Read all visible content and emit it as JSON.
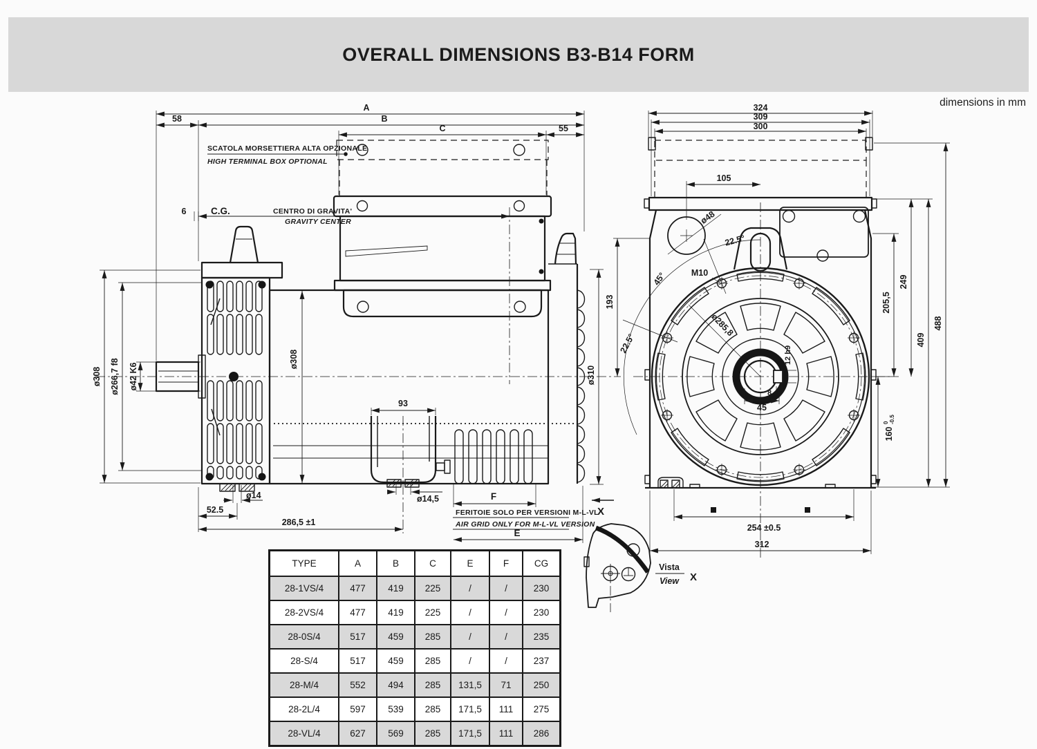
{
  "header": {
    "title": "OVERALL DIMENSIONS B3-B14 FORM",
    "units_note": "dimensions in mm"
  },
  "colors": {
    "line": "#1a1a1a",
    "banner_bg": "#d8d8d8",
    "row_alt_bg": "#d9d9d9"
  },
  "side_view": {
    "dims": {
      "a": "A",
      "n58": "58",
      "b": "B",
      "c": "C",
      "n55": "55",
      "n6": "6",
      "pitch93": "93",
      "hole14": "ø14",
      "hole145": "ø14,5",
      "off525": "52.5",
      "span2865": "286,5 ±1",
      "f": "F",
      "e": "E"
    },
    "diameters": {
      "fan_cover": "ø308",
      "spigot": "ø266,7 f8",
      "shaft": "ø42 K6",
      "frame": "ø308",
      "louver": "ø310",
      "h193": "193"
    },
    "notes": {
      "terminal_box_it": "SCATOLA MORSETTIERA ALTA OPZIONALE",
      "terminal_box_en": "HIGH TERMINAL BOX OPTIONAL",
      "cg_abbr": "C.G.",
      "cg_it": "CENTRO DI GRAVITA'",
      "cg_en": "GRAVITY CENTER",
      "air_grid_it": "FERITOIE SOLO PER VERSIONI  M-L-VL",
      "air_grid_en": "AIR GRID ONLY FOR  M-L-VL  VERSION",
      "view_axis": "X"
    }
  },
  "front_view": {
    "dims": {
      "d324": "324",
      "d309": "309",
      "d300": "300",
      "d105": "105",
      "d2055": "205,5",
      "d249": "249",
      "d409": "409",
      "d488": "488",
      "d160": "160",
      "tol_hi": "0",
      "tol_lo": "-0.5",
      "d254": "254 ±0.5",
      "d312": "312"
    },
    "features": {
      "hole48": "ø48",
      "tap": "M10",
      "bolt_circle": "ø285,8",
      "ang_top": "22.5°",
      "ang_mid": "45°",
      "ang_left": "22.5°",
      "key_w": "12 h9",
      "key_d": "8",
      "key_span": "45"
    },
    "detail": {
      "label_it": "Vista",
      "label_en": "View",
      "axis": "X"
    }
  },
  "table": {
    "headers": [
      "TYPE",
      "A",
      "B",
      "C",
      "E",
      "F",
      "CG"
    ],
    "rows": [
      {
        "type": "28-1VS/4",
        "a": "477",
        "b": "419",
        "c": "225",
        "e": "/",
        "f": "/",
        "cg": "230"
      },
      {
        "type": "28-2VS/4",
        "a": "477",
        "b": "419",
        "c": "225",
        "e": "/",
        "f": "/",
        "cg": "230"
      },
      {
        "type": "28-0S/4",
        "a": "517",
        "b": "459",
        "c": "285",
        "e": "/",
        "f": "/",
        "cg": "235"
      },
      {
        "type": "28-S/4",
        "a": "517",
        "b": "459",
        "c": "285",
        "e": "/",
        "f": "/",
        "cg": "237"
      },
      {
        "type": "28-M/4",
        "a": "552",
        "b": "494",
        "c": "285",
        "e": "131,5",
        "f": "71",
        "cg": "250"
      },
      {
        "type": "28-2L/4",
        "a": "597",
        "b": "539",
        "c": "285",
        "e": "171,5",
        "f": "111",
        "cg": "275"
      },
      {
        "type": "28-VL/4",
        "a": "627",
        "b": "569",
        "c": "285",
        "e": "171,5",
        "f": "111",
        "cg": "286"
      }
    ]
  }
}
